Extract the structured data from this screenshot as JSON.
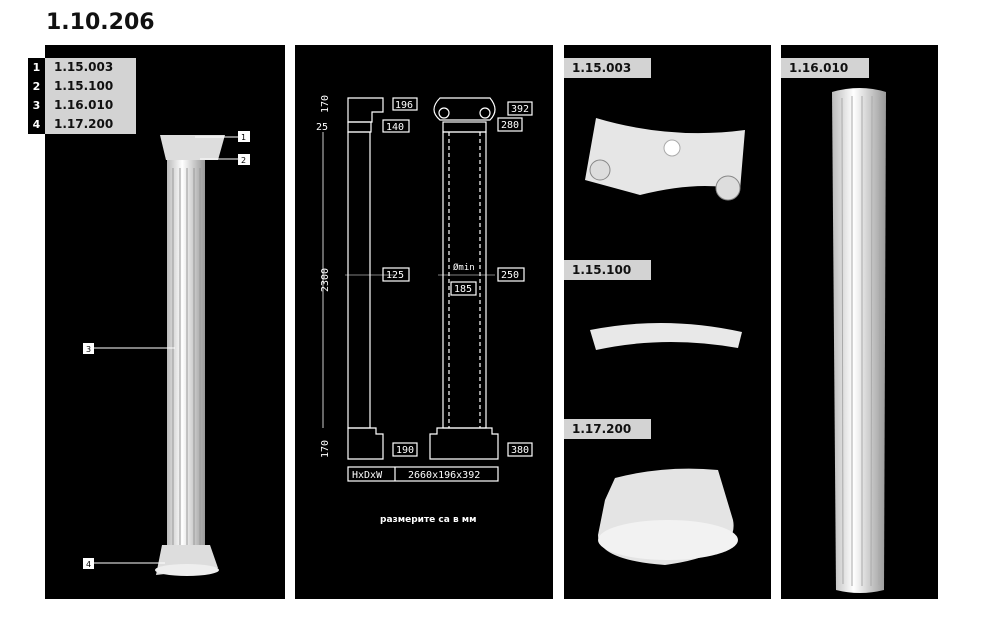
{
  "title": "1.10.206",
  "legend": [
    {
      "num": "1",
      "code": "1.15.003"
    },
    {
      "num": "2",
      "code": "1.15.100"
    },
    {
      "num": "3",
      "code": "1.16.010"
    },
    {
      "num": "4",
      "code": "1.17.200"
    }
  ],
  "drawing": {
    "heights": [
      "170",
      "25",
      "2300",
      "170"
    ],
    "left_dims": [
      "196",
      "140",
      "125",
      "190"
    ],
    "right_dims": [
      "392",
      "280",
      "250",
      "380"
    ],
    "omin": "Ømin",
    "omin_value": "185",
    "table_label": "HxDxW",
    "table_value": "2660x196x392",
    "note": "размерите са в мм"
  },
  "parts": [
    {
      "code": "1.15.003"
    },
    {
      "code": "1.15.100"
    },
    {
      "code": "1.17.200"
    },
    {
      "code": "1.16.010"
    }
  ]
}
